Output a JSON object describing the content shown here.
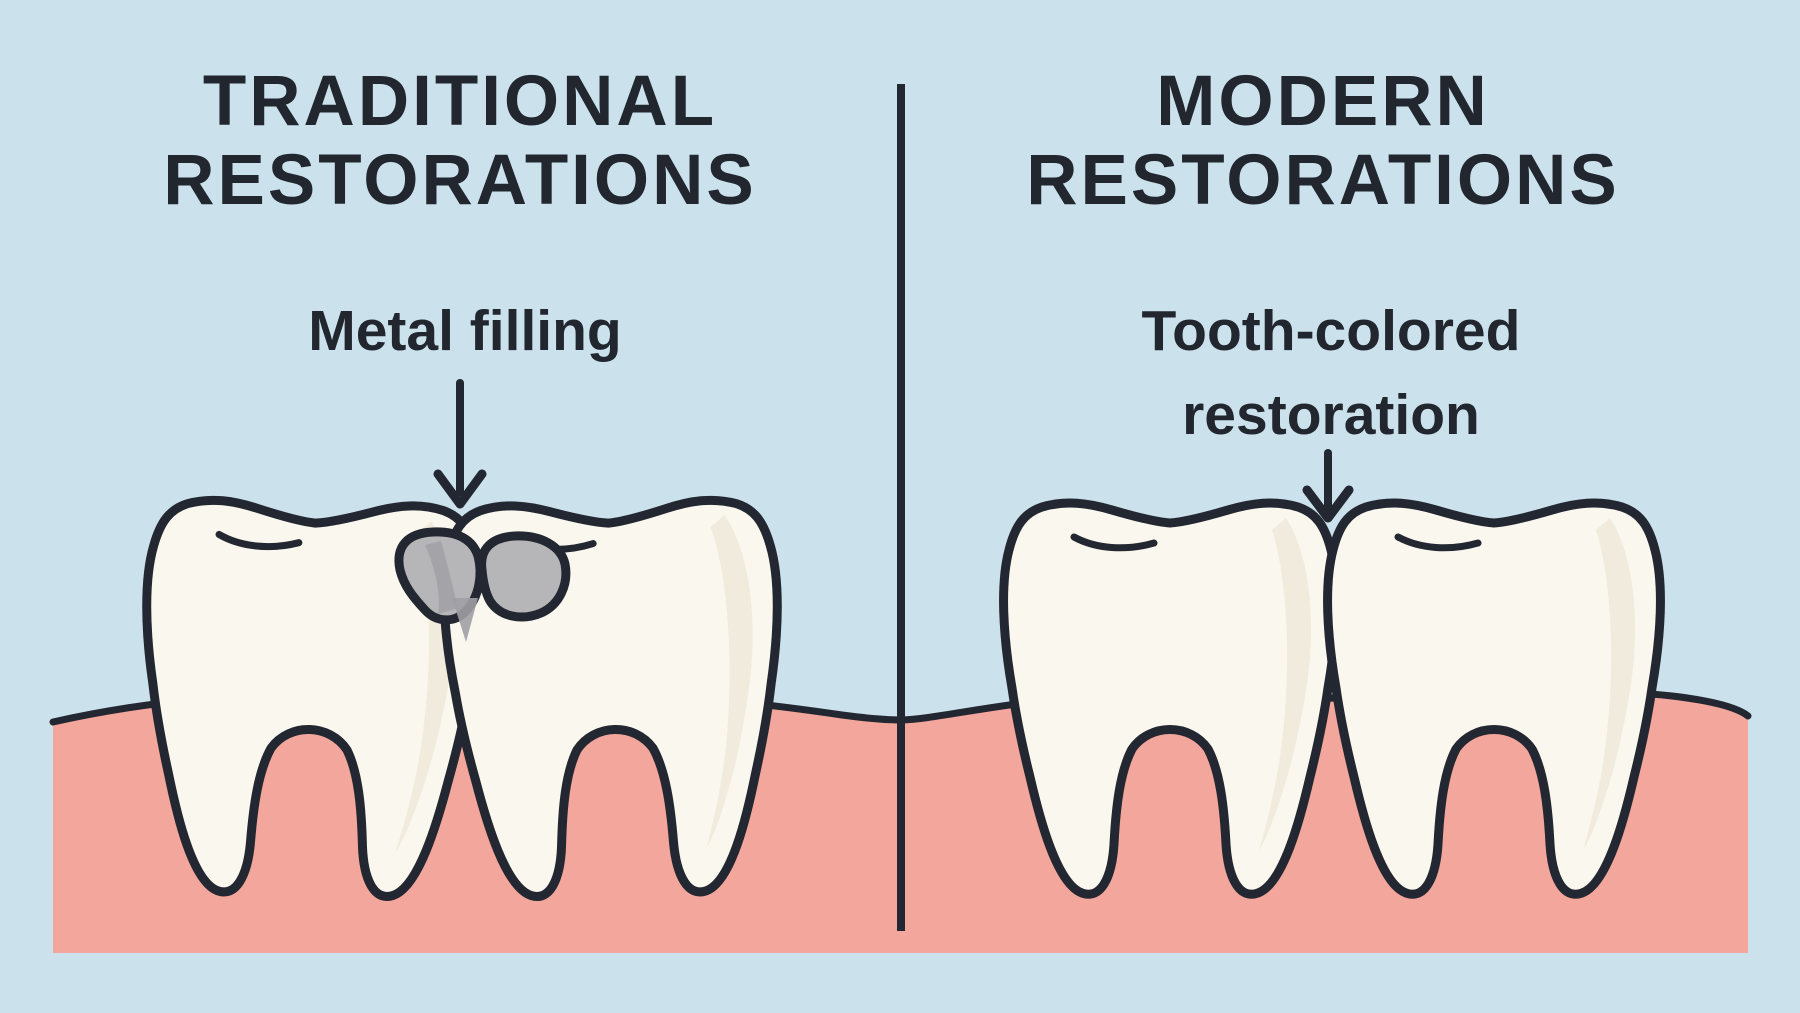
{
  "illustration": {
    "left_panel": {
      "heading_line1": "TRADITIONAL",
      "heading_line2": "RESTORATIONS",
      "annotation": "Metal filling"
    },
    "right_panel": {
      "heading_line1": "MODERN",
      "heading_line2": "RESTORATIONS",
      "annotation_line1": "Tooth-colored",
      "annotation_line2": "restoration"
    },
    "icons": {
      "left_pointer": "down-arrow",
      "right_pointer": "down-arrow"
    },
    "colors": {
      "background": "#cbe2ec",
      "gum": "#f3a69b",
      "tooth": "#faf7ee",
      "tooth_shading": "#e9e1cf",
      "outline": "#232731",
      "metal_filling": "#b6b5b8",
      "metal_filling_shadow": "#a09fa4",
      "text": "#22262e"
    }
  }
}
